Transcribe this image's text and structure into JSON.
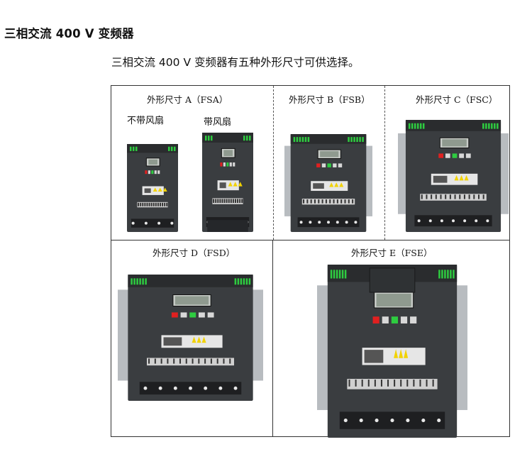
{
  "page": {
    "heading": "三相交流 400 V 变频器",
    "intro": "三相交流 400 V 变频器有五种外形尺寸可供选择。"
  },
  "sizes": {
    "fsa": {
      "label": "外形尺寸 A（FSA）",
      "without_fan": "不带风扇",
      "with_fan": "带风扇"
    },
    "fsb": {
      "label": "外形尺寸 B（FSB）"
    },
    "fsc": {
      "label": "外形尺寸 C（FSC）"
    },
    "fsd": {
      "label": "外形尺寸 D（FSD）"
    },
    "fse": {
      "label": "外形尺寸 E（FSE）"
    }
  },
  "colors": {
    "housing": "#3a3d40",
    "accent_green": "#2ecc40",
    "accent_red": "#e02020",
    "warning_yellow": "#f2d200"
  }
}
